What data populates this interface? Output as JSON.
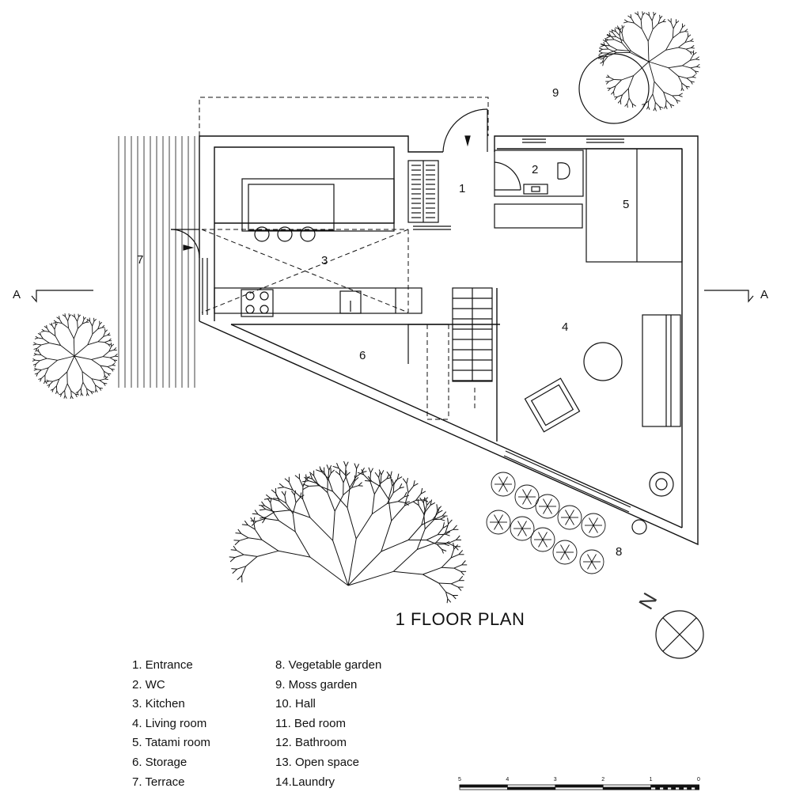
{
  "plan": {
    "title": "1 FLOOR PLAN",
    "north_label": "N",
    "section_marks": {
      "left": "A",
      "right": "A"
    },
    "room_numbers": {
      "entrance": "1",
      "wc": "2",
      "kitchen": "3",
      "living": "4",
      "tatami": "5",
      "storage": "6",
      "terrace": "7",
      "vegetable": "8",
      "moss": "9"
    }
  },
  "legend": {
    "left": [
      "1. Entrance",
      "2. WC",
      "3. Kitchen",
      "4. Living room",
      "5. Tatami room",
      "6. Storage",
      "7. Terrace"
    ],
    "right": [
      "8. Vegetable garden",
      "9. Moss garden",
      "10. Hall",
      "11. Bed room",
      "12. Bathroom",
      "13. Open space",
      "14.Laundry"
    ]
  },
  "scale_bar": {
    "labels": [
      "5",
      "4",
      "3",
      "2",
      "1",
      "0"
    ]
  }
}
